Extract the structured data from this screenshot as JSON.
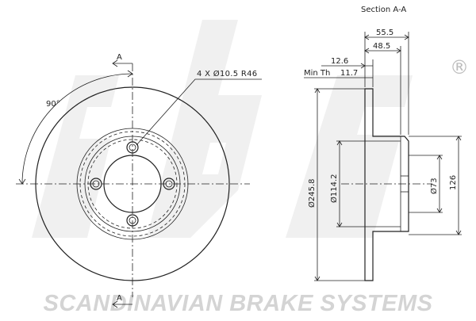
{
  "drawing": {
    "section_title": "Section A-A",
    "section_mark": "A",
    "hole_callout": "4 X Ø10.5 R46",
    "angle": "90°",
    "min_th_label": "Min Th",
    "dim_55_5": "55.5",
    "dim_48_5": "48.5",
    "dim_12_6": "12.6",
    "dim_11_7": "11.7",
    "dim_245_8": "Ø245.8",
    "dim_114_2": "Ø114.2",
    "dim_73": "Ø73",
    "dim_126": "126"
  },
  "watermark": {
    "logo": "sbs",
    "registered": "®",
    "tagline": "SCANDINAVIAN BRAKE SYSTEMS"
  },
  "colors": {
    "line": "#222222",
    "watermark": "#d9d9d9"
  }
}
